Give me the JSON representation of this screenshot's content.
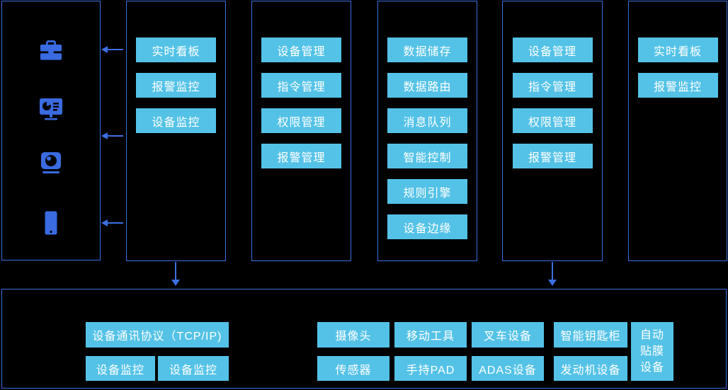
{
  "colors": {
    "background": "#000000",
    "panel_border": "#3c6fe1",
    "node_fill": "#54c2e7",
    "node_text": "#ffffff",
    "icon_blue": "#3a6be0",
    "arrow": "#3c6fe1"
  },
  "terminal_panel": {
    "icons": [
      "briefcase-icon",
      "monitor-chart-icon",
      "camera-icon",
      "smartphone-icon"
    ]
  },
  "columns": {
    "monitor_apps": {
      "buttons": [
        "实时看板",
        "报警监控",
        "设备监控"
      ]
    },
    "mgmt_left": {
      "buttons": [
        "设备管理",
        "指令管理",
        "权限管理",
        "报警管理"
      ]
    },
    "core": {
      "buttons": [
        "数据储存",
        "数据路由",
        "消息队列",
        "智能控制",
        "规则引擎",
        "设备边缘"
      ]
    },
    "mgmt_right": {
      "buttons": [
        "设备管理",
        "指令管理",
        "权限管理",
        "报警管理"
      ]
    },
    "dash_right": {
      "buttons": [
        "实时看板",
        "报警监控"
      ]
    }
  },
  "bottom": {
    "protocol": "设备通讯协议（TCP/IP)",
    "monitor_a": "设备监控",
    "monitor_b": "设备监控",
    "devices_row1": [
      "摄像头",
      "移动工具",
      "叉车设备",
      "智能钥匙柜"
    ],
    "devices_row2": [
      "传感器",
      "手持PAD",
      "ADAS设备",
      "发动机设备"
    ],
    "tall_device": "自动贴膜设备"
  }
}
